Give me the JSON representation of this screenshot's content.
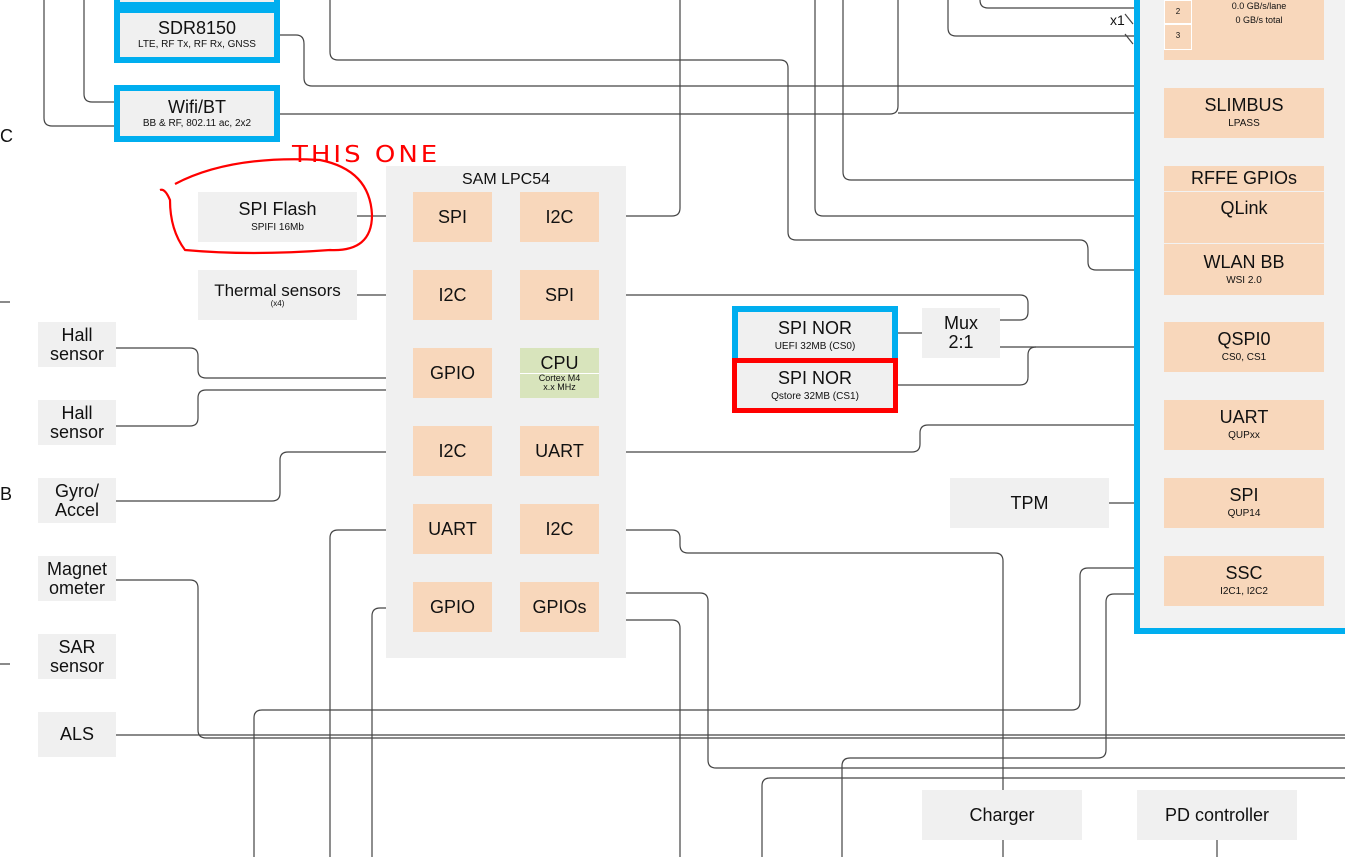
{
  "edge_letters": [
    "C",
    "B"
  ],
  "annotation": "THIS ONE",
  "rf": [
    {
      "title": "SDR8150",
      "sub": "LTE, RF Tx, RF Rx, GNSS"
    },
    {
      "title": "Wifi/BT",
      "sub": "BB & RF, 802.11 ac, 2x2"
    }
  ],
  "spi_flash": {
    "title": "SPI Flash",
    "sub": "SPIFI 16Mb"
  },
  "thermal": {
    "title": "Thermal sensors",
    "sub": "(x4)"
  },
  "sensors": [
    "Hall sensor",
    "Hall sensor",
    "Gyro/ Accel",
    "Magnet ometer",
    "SAR sensor",
    "ALS"
  ],
  "mcu": {
    "title": "SAM LPC54",
    "left": [
      "SPI",
      "I2C",
      "GPIO",
      "I2C",
      "UART",
      "GPIO"
    ],
    "right": [
      "I2C",
      "SPI",
      "",
      "UART",
      "I2C",
      "GPIOs"
    ],
    "cpu": {
      "title": "CPU",
      "sub1": "Cortex M4",
      "sub2": "x.x MHz"
    }
  },
  "nor": [
    {
      "title": "SPI NOR",
      "sub": "UEFI 32MB (CS0)"
    },
    {
      "title": "SPI NOR",
      "sub": "Qstore 32MB (CS1)"
    }
  ],
  "mux": "Mux 2:1",
  "tpm": "TPM",
  "charger": "Charger",
  "pd": "PD controller",
  "lane_label": "x1",
  "soc": {
    "lanes": [
      "2",
      "3"
    ],
    "rate": "0.0 GB/s/lane",
    "total": "0 GB/s total",
    "blocks": [
      {
        "title": "SLIMBUS",
        "sub": "LPASS"
      },
      {
        "title": "RFFE GPIOs",
        "sub": ""
      },
      {
        "title": "QLink",
        "sub": ""
      },
      {
        "title": "WLAN BB",
        "sub": "WSI 2.0"
      },
      {
        "title": "QSPI0",
        "sub": "CS0, CS1"
      },
      {
        "title": "UART",
        "sub": "QUPxx"
      },
      {
        "title": "SPI",
        "sub": "QUP14"
      },
      {
        "title": "SSC",
        "sub": "I2C1, I2C2"
      }
    ]
  }
}
